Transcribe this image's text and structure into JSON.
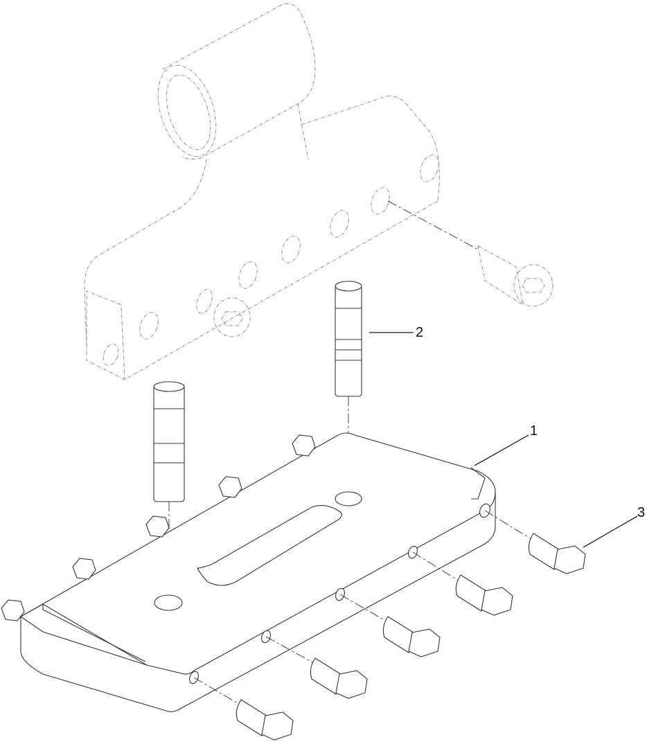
{
  "diagram": {
    "type": "exploded-parts-view",
    "callouts": [
      {
        "id": "1",
        "label": "1",
        "part": "mounting plate"
      },
      {
        "id": "2",
        "label": "2",
        "part": "dowel pin"
      },
      {
        "id": "3",
        "label": "3",
        "part": "hex head bolt"
      }
    ],
    "reference_assembly": "bracket with socket head cap screws (phantom lines)",
    "colors": {
      "line": "#333333",
      "phantom": "#8a8a8a",
      "background": "#ffffff"
    }
  }
}
